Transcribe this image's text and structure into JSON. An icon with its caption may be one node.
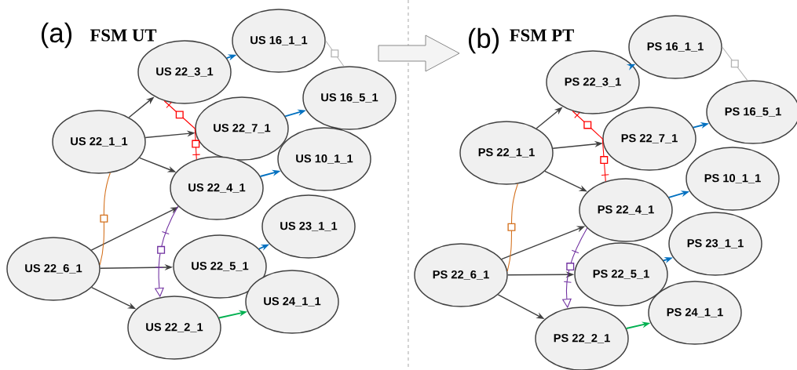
{
  "diagram": {
    "nodes": [
      {
        "text": [
          "US 16_1_1"
        ]
      },
      {
        "text": [
          "US 22_3_1"
        ]
      },
      {
        "text": [
          "US 22_7_1"
        ]
      },
      {
        "text": [
          "US 16_5_1"
        ]
      },
      {
        "text": [
          "US 22_1_1"
        ]
      },
      {
        "text": [
          "US 10_1_1"
        ]
      },
      {
        "text": [
          "US 22_4_1"
        ]
      },
      {
        "text": [
          "US 23_1_1"
        ]
      },
      {
        "text": [
          "US 22_6_1"
        ]
      },
      {
        "text": [
          "US 22_5_1"
        ]
      },
      {
        "text": [
          "US 24_1_1"
        ]
      },
      {
        "text": [
          "US 22_2_1"
        ]
      },
      {
        "text": [
          "PS 16_1_1"
        ]
      },
      {
        "text": [
          "PS 22_3_1"
        ]
      },
      {
        "text": [
          "PS 22_7_1"
        ]
      },
      {
        "text": [
          "PS 16_5_1"
        ]
      },
      {
        "text": [
          "PS 22_1_1"
        ]
      },
      {
        "text": [
          "PS 10_1_1"
        ]
      },
      {
        "text": [
          "PS 22_4_1"
        ]
      },
      {
        "text": [
          "PS 23_1_1"
        ]
      },
      {
        "text": [
          "PS 22_6_1"
        ]
      },
      {
        "text": [
          "PS 22_5_1"
        ]
      },
      {
        "text": [
          "PS 24_1_1"
        ]
      },
      {
        "text": [
          "PS 22_2_1"
        ]
      }
    ],
    "edges": [
      {
        "from": 4,
        "to": 1,
        "arrow": "to"
      },
      {
        "from": 4,
        "to": 2,
        "arrow": "to"
      },
      {
        "from": 4,
        "to": 6,
        "arrow": "to"
      },
      {
        "from": 8,
        "to": 6,
        "arrow": "to"
      },
      {
        "from": 8,
        "to": 9,
        "arrow": "to"
      },
      {
        "from": 8,
        "to": 11,
        "arrow": "to"
      },
      {
        "from": 1,
        "to": 0,
        "arrow": "to",
        "color": "#0070c0"
      },
      {
        "from": 2,
        "to": 3,
        "arrow": "to",
        "color": "#0070c0"
      },
      {
        "from": 6,
        "to": 5,
        "arrow": "to",
        "color": "#0070c0"
      },
      {
        "from": 9,
        "to": 7,
        "arrow": "to",
        "color": "#0070c0"
      },
      {
        "from": 11,
        "to": 10,
        "arrow": "to",
        "color": "#00b050"
      },
      {
        "from": 0,
        "to": 3,
        "arrow": "none",
        "color": "#b4b4b4"
      },
      {
        "from": 1,
        "to": 2,
        "arrow": "other",
        "color": "#ff0000"
      },
      {
        "from": 6,
        "to": 2,
        "arrow": "none",
        "color": "#ff0000"
      },
      {
        "from": 8,
        "to": 4,
        "arrow": "none",
        "color": "#d4701c"
      },
      {
        "from": 6,
        "to": 11,
        "arrow": "to",
        "color": "#7030a0"
      },
      {
        "from": 16,
        "to": 13,
        "arrow": "to"
      },
      {
        "from": 16,
        "to": 14,
        "arrow": "to"
      },
      {
        "from": 16,
        "to": 18,
        "arrow": "to"
      },
      {
        "from": 20,
        "to": 18,
        "arrow": "to"
      },
      {
        "from": 20,
        "to": 21,
        "arrow": "to"
      },
      {
        "from": 20,
        "to": 23,
        "arrow": "to"
      },
      {
        "from": 13,
        "to": 12,
        "arrow": "to",
        "color": "#0070c0"
      },
      {
        "from": 14,
        "to": 15,
        "arrow": "to",
        "color": "#0070c0"
      },
      {
        "from": 18,
        "to": 17,
        "arrow": "to",
        "color": "#0070c0"
      },
      {
        "from": 21,
        "to": 19,
        "arrow": "to",
        "color": "#0070c0"
      },
      {
        "from": 23,
        "to": 22,
        "arrow": "to",
        "color": "#00b050"
      },
      {
        "from": 12,
        "to": 15,
        "arrow": "none",
        "color": "#b4b4b4"
      },
      {
        "from": 13,
        "to": 14,
        "arrow": "other",
        "color": "#ff0000"
      },
      {
        "from": 18,
        "to": 14,
        "arrow": "none",
        "color": "#ff0000"
      },
      {
        "from": 20,
        "to": 16,
        "arrow": "none",
        "color": "#d4701c"
      },
      {
        "from": 18,
        "to": 23,
        "arrow": "to",
        "color": "#7030a0"
      }
    ],
    "labels": [
      "(a)",
      "FSM UT",
      "(b)",
      "FSM PT"
    ]
  }
}
